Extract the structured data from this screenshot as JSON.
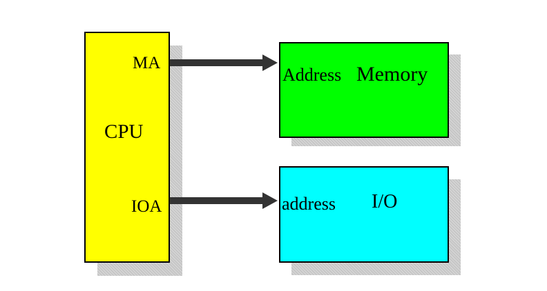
{
  "cpu": {
    "title": "CPU",
    "ma_label": "MA",
    "ioa_label": "IOA",
    "color": "#ffff00"
  },
  "memory": {
    "address_label": "Address",
    "title": "Memory",
    "color": "#00ff00"
  },
  "io": {
    "address_label": "address",
    "title": "I/O",
    "color": "#00ffff"
  },
  "arrow_color": "#333333",
  "shadow_color": "#c6c6c6"
}
